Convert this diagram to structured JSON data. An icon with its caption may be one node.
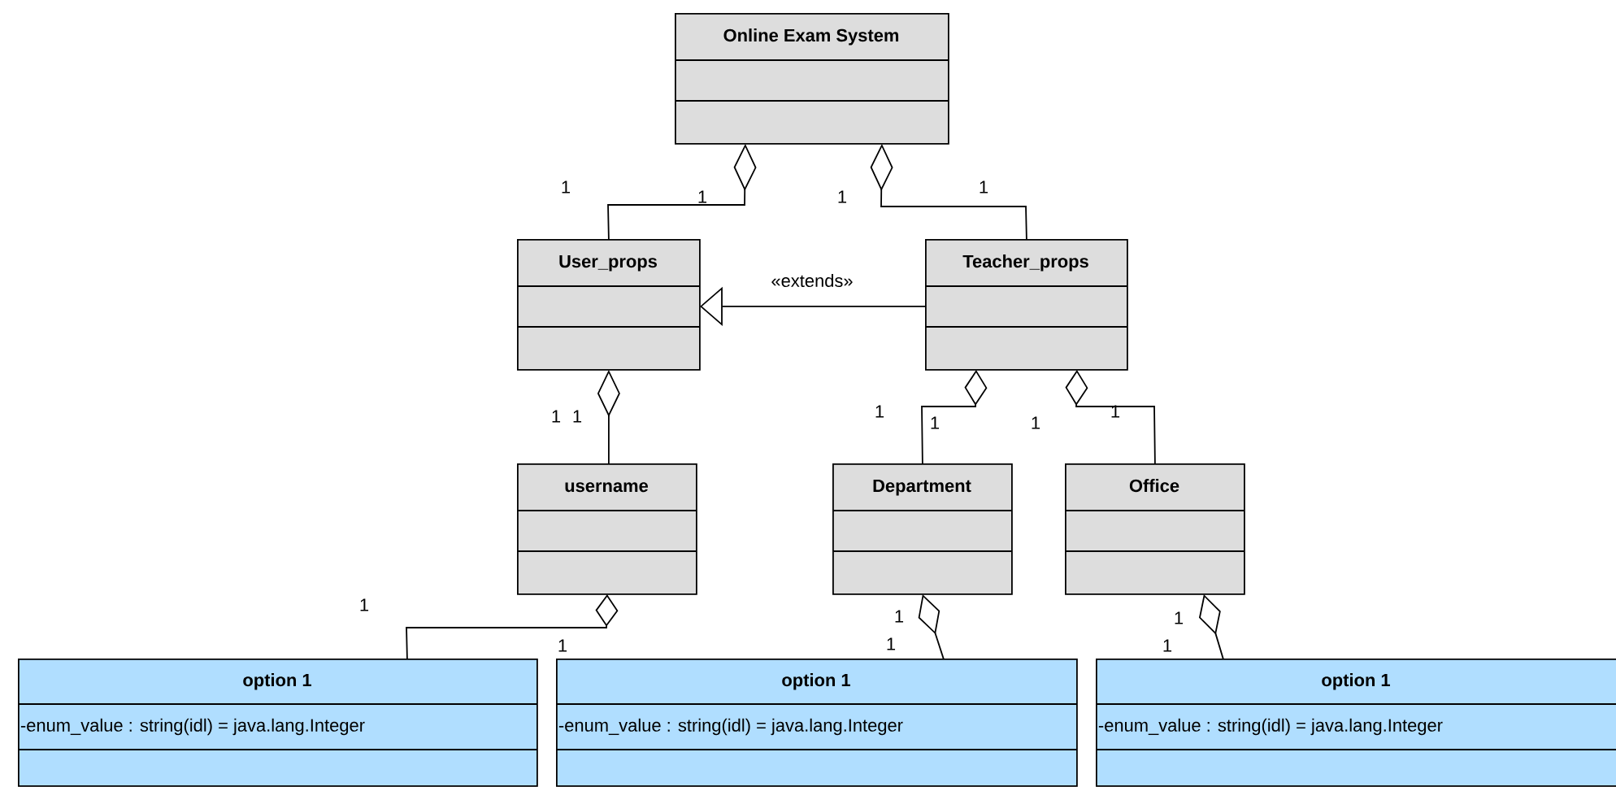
{
  "diagram": {
    "nodes": [
      {
        "text": [
          "Online Exam System"
        ]
      },
      {
        "text": [
          "User_props"
        ]
      },
      {
        "text": [
          "Teacher_props"
        ]
      },
      {
        "text": [
          "username"
        ]
      },
      {
        "text": [
          "Department"
        ]
      },
      {
        "text": [
          "Office"
        ]
      },
      {
        "text": [
          "option 1",
          "-enum_value : string(idl) = java.lang.Integer"
        ]
      },
      {
        "text": [
          "option 1",
          "-enum_value : string(idl) = java.lang.Integer"
        ]
      },
      {
        "text": [
          "option 1",
          "-enum_value : string(idl) = java.lang.Integer"
        ]
      }
    ],
    "edges": [
      {
        "from": 1,
        "to": 0,
        "arrow": "other"
      },
      {
        "from": 2,
        "to": 0,
        "arrow": "other"
      },
      {
        "from": 2,
        "to": 1,
        "arrow": "to",
        "label": "«extends»"
      },
      {
        "from": 3,
        "to": 1,
        "arrow": "other"
      },
      {
        "from": 4,
        "to": 2,
        "arrow": "other"
      },
      {
        "from": 5,
        "to": 2,
        "arrow": "other"
      },
      {
        "from": 6,
        "to": 3,
        "arrow": "other"
      },
      {
        "from": 7,
        "to": 4,
        "arrow": "other"
      },
      {
        "from": 8,
        "to": 5,
        "arrow": "other"
      }
    ],
    "labels": [
      "1",
      "1",
      "1",
      "1",
      "1",
      "1",
      "1",
      "1",
      "1",
      "1",
      "1",
      "1",
      "1",
      "1",
      "1",
      "1"
    ]
  }
}
